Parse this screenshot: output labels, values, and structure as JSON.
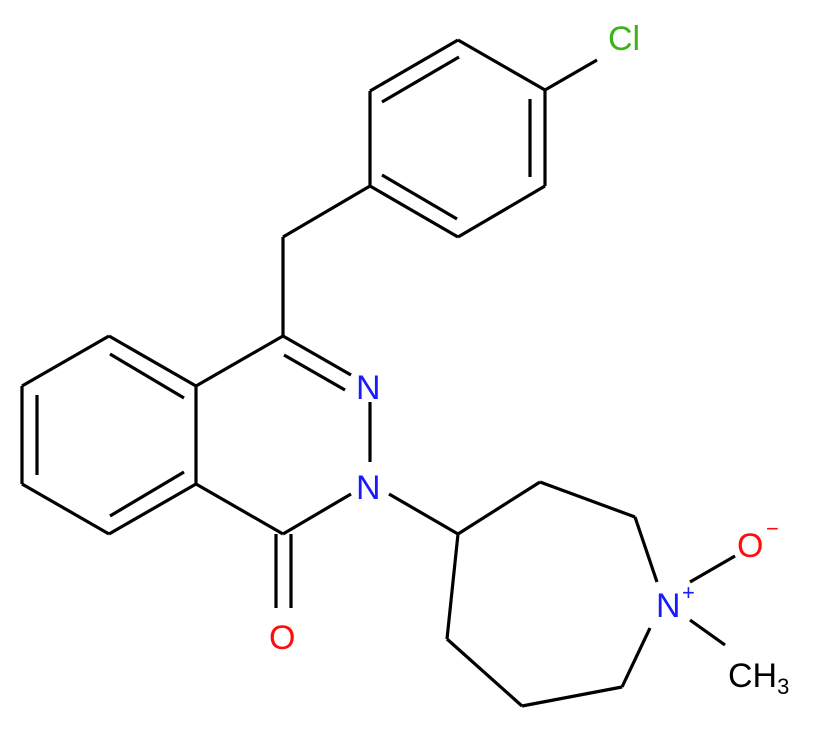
{
  "molecule": {
    "atoms": {
      "chlorine": {
        "symbol": "Cl",
        "color": "#3cb319"
      },
      "nitrogen_ring": {
        "symbol": "N",
        "color": "#1a1aff"
      },
      "nitrogen_amide": {
        "symbol": "N",
        "color": "#1a1aff"
      },
      "oxygen_carbonyl": {
        "symbol": "O",
        "color": "#ff0d0d"
      },
      "nitrogen_oxide": {
        "symbol": "N",
        "charge": "+",
        "color": "#1a1aff"
      },
      "oxygen_oxide": {
        "symbol": "O",
        "charge": "−",
        "color": "#ff0d0d"
      },
      "methyl": {
        "symbol": "CH",
        "subscript": "3",
        "color": "#000000"
      }
    }
  }
}
